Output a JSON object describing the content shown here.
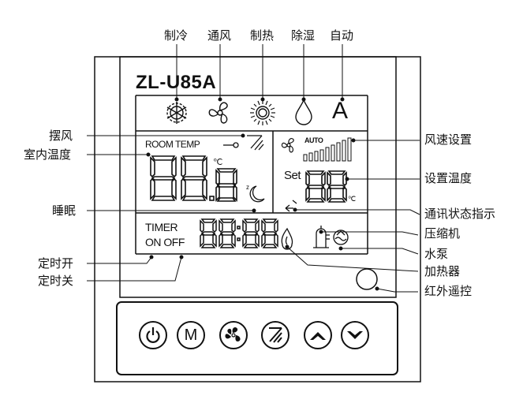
{
  "device": {
    "model": "ZL-U85A"
  },
  "top_labels": {
    "cooling": "制冷",
    "ventilation": "通风",
    "heating": "制热",
    "dehumidify": "除湿",
    "auto": "自动"
  },
  "mode_icons": [
    "snowflake-icon",
    "fan-icon",
    "sun-icon",
    "droplet-icon",
    "auto-letter"
  ],
  "mode_auto_letter": "A",
  "lcd": {
    "room_temp_label": "ROOM TEMP",
    "room_temp_digits": "88.8",
    "celsius": "℃",
    "auto_label": "AUTO",
    "set_label": "Set",
    "set_digits": "88",
    "timer_label": "TIMER",
    "on_off_label": "ON OFF",
    "timer_digits": "88:88"
  },
  "left_labels": {
    "swing": "摆风",
    "room_temperature": "室内温度",
    "sleep": "睡眠",
    "timer_on": "定时开",
    "timer_off": "定时关"
  },
  "right_labels": {
    "fan_speed": "风速设置",
    "set_temperature": "设置温度",
    "comm_status": "通讯状态指示",
    "compressor": "压缩机",
    "water_pump": "水泵",
    "heater": "加热器",
    "ir_remote": "红外遥控"
  },
  "buttons": [
    {
      "name": "power",
      "icon": "power-icon"
    },
    {
      "name": "mode",
      "label": "M"
    },
    {
      "name": "fan",
      "icon": "fan-icon"
    },
    {
      "name": "swing",
      "icon": "swing-icon"
    },
    {
      "name": "up",
      "icon": "up-arrow-icon"
    },
    {
      "name": "down",
      "icon": "down-arrow-icon"
    }
  ],
  "colors": {
    "outline": "#111111",
    "background": "#ffffff"
  }
}
